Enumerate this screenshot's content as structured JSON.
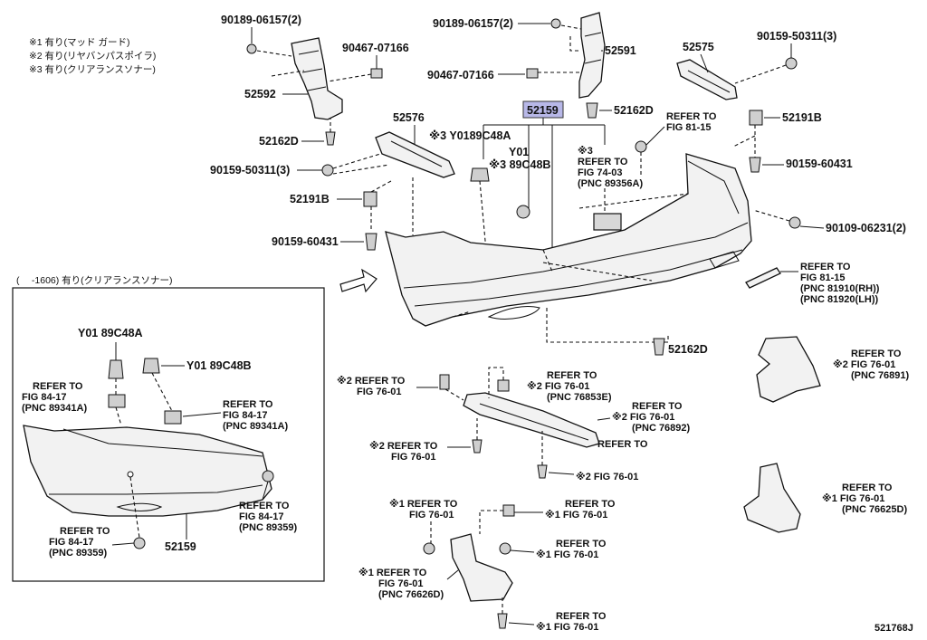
{
  "notes": {
    "n1": "※1 有り(マッド ガード)",
    "n2": "※2 有り(リヤバンパスポイラ)",
    "n3": "※3 有り(クリアランスソナー)"
  },
  "inset_title": "(　 -1606) 有り(クリアランスソナー)",
  "parts": {
    "p90189_a": "90189-06157(2)",
    "p90467_a": "90467-07166",
    "p52592": "52592",
    "p52162d_a": "52162D",
    "p52576": "52576",
    "p90159_a": "90159-50311(3)",
    "p52191b_a": "52191B",
    "p90159_60431_a": "90159-60431",
    "p90189_b": "90189-06157(2)",
    "p52591": "52591",
    "p90467_b": "90467-07166",
    "p52159": "52159",
    "p52162d_b": "52162D",
    "p52575": "52575",
    "p90159_b": "90159-50311(3)",
    "p52191b_b": "52191B",
    "p90159_60431_b": "90159-60431",
    "p90109": "90109-06231(2)",
    "p52162d_c": "52162D",
    "y01_a": "※3 Y0189C48A",
    "y01_b1": "Y01",
    "y01_b2": "※3 89C48B",
    "inset_y01a": "Y01 89C48A",
    "inset_y01b": "Y01 89C48B",
    "inset_52159": "52159",
    "code": "521768J"
  },
  "refs": {
    "r_74_03": [
      "※3",
      "REFER TO",
      "FIG 74-03",
      "(PNC 89356A)"
    ],
    "r_81_15_a": [
      "REFER TO",
      "FIG 81-15"
    ],
    "r_81_15_b": [
      "REFER TO",
      "FIG 81-15",
      "(PNC 81910(RH))",
      "(PNC 81920(LH))"
    ],
    "r_76891": [
      "REFER TO",
      "※2 FIG 76-01",
      "(PNC 76891)"
    ],
    "r_76_01_a": [
      "※2 REFER TO",
      "FIG 76-01"
    ],
    "r_76853e": [
      "REFER TO",
      "※2 FIG 76-01",
      "(PNC 76853E)"
    ],
    "r_76892": [
      "REFER TO",
      "※2 FIG 76-01",
      "(PNC 76892)"
    ],
    "r_76_01_b": [
      "※2 REFER TO",
      "FIG 76-01"
    ],
    "r_76_01_c": [
      "REFER TO",
      "※2 FIG 76-01"
    ],
    "r_76625d": [
      "REFER TO",
      "※1 FIG 76-01",
      "(PNC 76625D)"
    ],
    "r_76_01_d": [
      "※1 REFER TO",
      "FIG 76-01"
    ],
    "r_76_01_e": [
      "REFER TO",
      "※1 FIG 76-01"
    ],
    "r_76_01_f": [
      "REFER TO",
      "※1 FIG 76-01"
    ],
    "r_76626d": [
      "※1 REFER TO",
      "FIG 76-01",
      "(PNC 76626D)"
    ],
    "r_76_01_g": [
      "REFER TO",
      "※1 FIG 76-01"
    ],
    "inset_84_17_a": [
      "REFER TO",
      "FIG 84-17",
      "(PNC 89341A)"
    ],
    "inset_84_17_b": [
      "REFER TO",
      "FIG 84-17",
      "(PNC 89341A)"
    ],
    "inset_84_17_c": [
      "REFER TO",
      "FIG 84-17",
      "(PNC 89359)"
    ],
    "inset_84_17_d": [
      "REFER TO",
      "FIG 84-17",
      "(PNC 89359)"
    ]
  },
  "colors": {
    "highlight": "#b8b8e8"
  }
}
